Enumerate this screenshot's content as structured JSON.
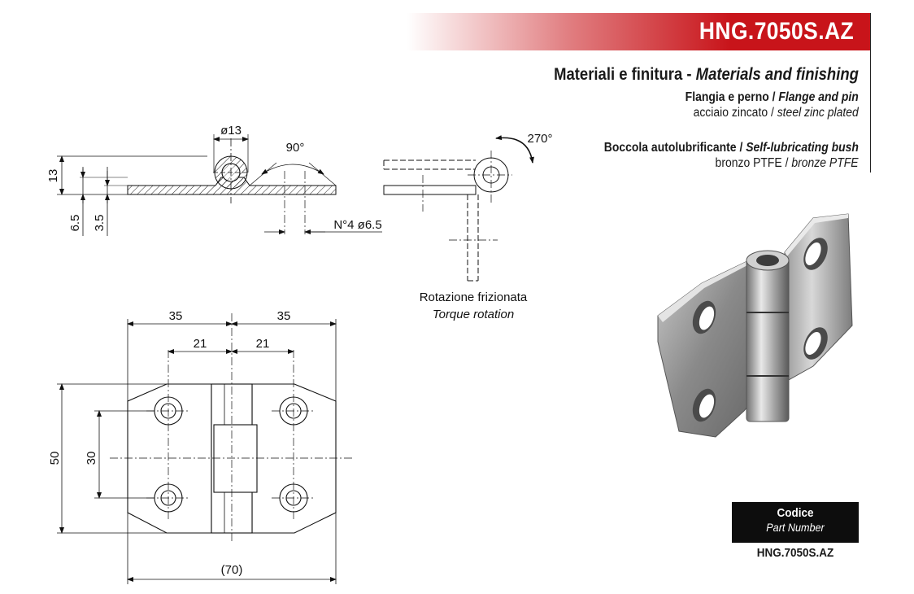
{
  "header": {
    "code": "HNG.7050S.AZ"
  },
  "spec": {
    "title_it": "Materiali e finitura - ",
    "title_en": "Materials and finishing",
    "flange_label_it": "Flangia e perno / ",
    "flange_label_en": "Flange and pin",
    "flange_value_it": "acciaio zincato / ",
    "flange_value_en": "steel zinc plated",
    "bush_label_it": "Boccola autolubrificante / ",
    "bush_label_en": "Self-lubricating bush",
    "bush_value_it": "bronzo PTFE / ",
    "bush_value_en": "bronze PTFE"
  },
  "side_view": {
    "dia13": "ø13",
    "angle": "90°",
    "dim13": "13",
    "dim65": "6.5",
    "dim35": "3.5",
    "holes": "N°4  ø6.5"
  },
  "rotation_view": {
    "angle": "270°",
    "caption_it": "Rotazione frizionata",
    "caption_en": "Torque rotation"
  },
  "front_view": {
    "dim35_left": "35",
    "dim35_right": "35",
    "dim21_left": "21",
    "dim21_right": "21",
    "dim50": "50",
    "dim30": "30",
    "dim70": "(70)"
  },
  "part_number": {
    "label_it": "Codice",
    "label_en": "Part Number",
    "code": "HNG.7050S.AZ"
  }
}
